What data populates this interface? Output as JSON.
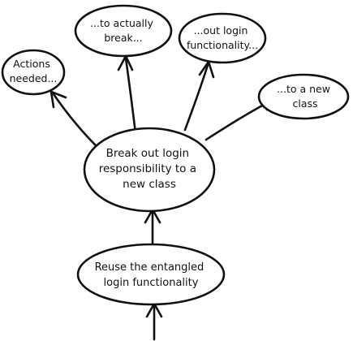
{
  "diagram": {
    "nodes": {
      "central": {
        "line1": "Break out login",
        "line2": "responsibility to a",
        "line3": "new class"
      },
      "bottom": {
        "line1": "Reuse the entangled",
        "line2": "login functionality"
      },
      "actions": {
        "line1": "Actions",
        "line2": "needed..."
      },
      "break": {
        "line1": "...to actually",
        "line2": "break..."
      },
      "login": {
        "line1": "...out login",
        "line2": "functionality..."
      },
      "newclass": {
        "line1": "...to a new",
        "line2": "class"
      }
    },
    "colors": {
      "stroke": "#111111",
      "background": "#ffffff"
    }
  }
}
